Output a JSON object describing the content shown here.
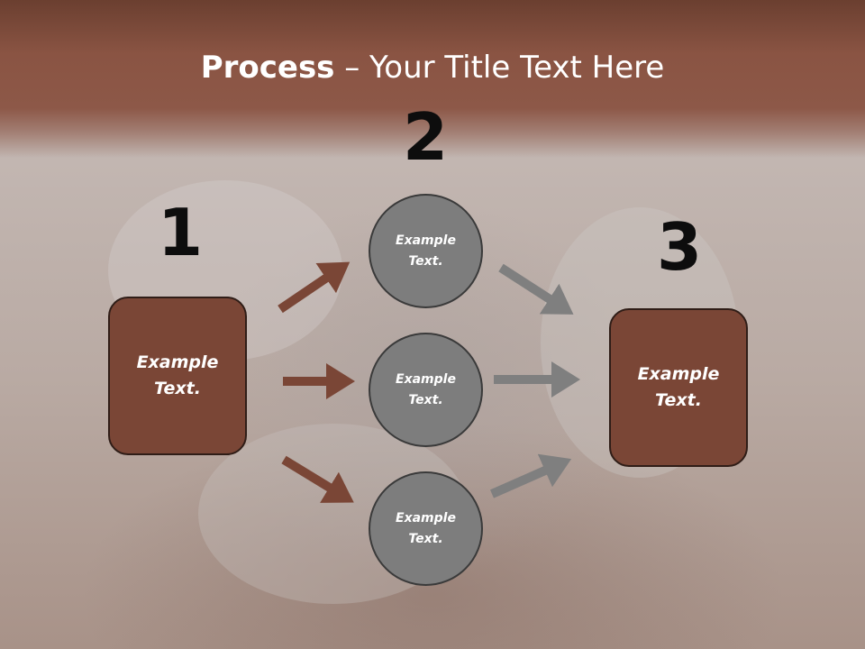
{
  "slide": {
    "title_bold": "Process",
    "title_rest": " – Your Title Text Here"
  },
  "steps": {
    "one": {
      "number": "1"
    },
    "two": {
      "number": "2"
    },
    "three": {
      "number": "3"
    }
  },
  "boxes": {
    "left": {
      "text": "Example Text."
    },
    "right": {
      "text": "Example Text."
    }
  },
  "circles": {
    "top": {
      "text": "Example Text."
    },
    "middle": {
      "text": "Example Text."
    },
    "bottom": {
      "text": "Example Text."
    }
  },
  "colors": {
    "header": "#8a5443",
    "box_fill": "#7a4636",
    "circle_fill": "#7d7d7d",
    "arrow_brown": "#7a4636",
    "arrow_gray": "#7f7f7f"
  }
}
